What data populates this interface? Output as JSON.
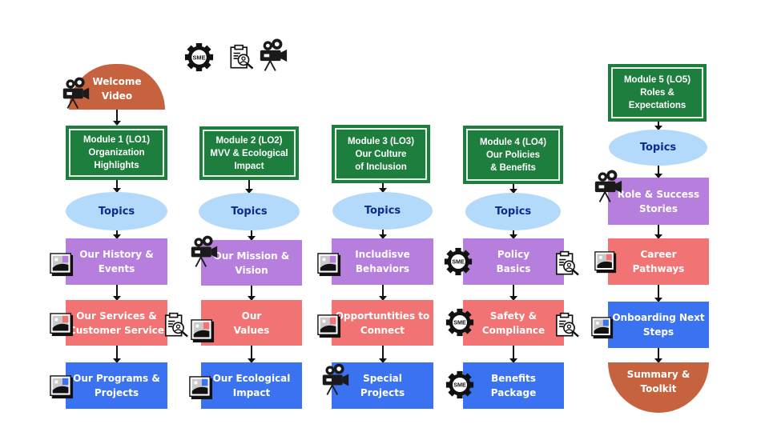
{
  "legend": {
    "icons": [
      "sme-gear-icon",
      "clipboard-review-icon",
      "video-camera-icon"
    ],
    "sme_label": "SME"
  },
  "start": {
    "label": "Welcome\nVideo",
    "icon": "video-camera-icon"
  },
  "end": {
    "label": "Summary &\nToolkit"
  },
  "colors": {
    "module_green": "#1e7e3e",
    "topics_blue": "#b3d9fb",
    "topics_text": "#0d2c8c",
    "purple": "#b77fdd",
    "salmon": "#f27373",
    "blue": "#3a72f2",
    "terracotta": "#c7623f"
  },
  "modules": [
    {
      "title": "Module  1 (LO1)\nOrganization\nHighlights",
      "topics_label": "Topics",
      "items": [
        {
          "label": "Our History &\nEvents",
          "icons": [
            "image-icon"
          ]
        },
        {
          "label": "Our Services &\nCustomer Service",
          "icons": [
            "image-icon",
            "clipboard-review-icon"
          ]
        },
        {
          "label": "Our Programs &\nProjects",
          "icons": [
            "image-icon"
          ]
        }
      ]
    },
    {
      "title": "Module 2 (LO2)\nMVV & Ecological\nImpact",
      "topics_label": "Topics",
      "items": [
        {
          "label": "Our Mission &\nVision",
          "icons": [
            "video-camera-icon"
          ]
        },
        {
          "label": "Our\nValues",
          "icons": [
            "image-icon"
          ]
        },
        {
          "label": "Our Ecological\nImpact",
          "icons": [
            "image-icon"
          ]
        }
      ]
    },
    {
      "title": "Module 3 (LO3)\nOur Culture\nof Inclusion",
      "topics_label": "Topics",
      "items": [
        {
          "label": "Includisve\nBehaviors",
          "icons": [
            "image-icon"
          ]
        },
        {
          "label": "Opportuntities to\nConnect",
          "icons": [
            "image-icon"
          ]
        },
        {
          "label": "Special\nProjects",
          "icons": [
            "video-camera-icon"
          ]
        }
      ]
    },
    {
      "title": "Module 4 (LO4)\nOur Policies\n& Benefits",
      "topics_label": "Topics",
      "items": [
        {
          "label": "Policy\nBasics",
          "icons": [
            "sme-gear-icon",
            "clipboard-review-icon"
          ]
        },
        {
          "label": "Safety &\nCompliance",
          "icons": [
            "sme-gear-icon",
            "clipboard-review-icon"
          ]
        },
        {
          "label": "Benefits\nPackage",
          "icons": [
            "sme-gear-icon"
          ]
        }
      ]
    },
    {
      "title": "Module 5 (LO5)\nRoles &\nExpectations",
      "topics_label": "Topics",
      "items": [
        {
          "label": "Role & Success\nStories",
          "icons": [
            "video-camera-icon"
          ]
        },
        {
          "label": "Career\nPathways",
          "icons": [
            "image-icon"
          ]
        },
        {
          "label": "Onboarding Next\nSteps",
          "icons": [
            "image-icon"
          ]
        }
      ]
    }
  ]
}
